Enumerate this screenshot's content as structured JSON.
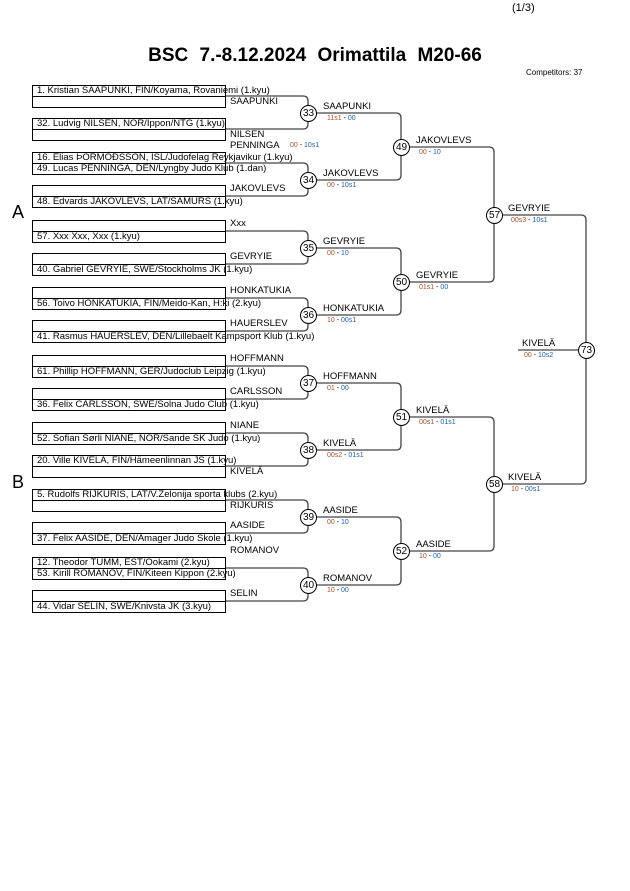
{
  "header": {
    "page": "(1/3)",
    "title": "BSC  7.-8.12.2024  Orimattila   M20-66",
    "competitors": "Competitors: 37"
  },
  "pools": [
    "A",
    "B"
  ],
  "round1": [
    {
      "num": "33",
      "slots": [
        {
          "rows": [
            "1. Kristian SAAPUNKI, FIN/Koyama, Rovaniemi (1.kyu)",
            ""
          ],
          "label": "SAAPUNKI"
        },
        {
          "rows": [
            "32. Ludvig NILSEN, NOR/Ippon/NTG (1.kyu)",
            ""
          ],
          "label": "NILSEN"
        }
      ],
      "winner": "SAAPUNKI",
      "score": [
        "11s1",
        "00"
      ]
    },
    {
      "num": "34",
      "slots": [
        {
          "rows": [
            "16. Elias ÞORMÓÐSSON, ISL/Judofelag Reykjavikur (1.kyu)",
            "49. Lucas PENNINGA, DEN/Lyngby Judo Klub (1.dan)"
          ],
          "label": "PENNINGA",
          "score": [
            "00",
            "10s1"
          ]
        },
        {
          "rows": [
            "",
            "48. Edvards JAKOVLEVS, LAT/SAMURS (1.kyu)"
          ],
          "label": "JAKOVLEVS"
        }
      ],
      "winner": "JAKOVLEVS",
      "score": [
        "00",
        "10s1"
      ]
    },
    {
      "num": "35",
      "slots": [
        {
          "rows": [
            "",
            "57. Xxx Xxx, Xxx (1.kyu)"
          ],
          "label": "Xxx"
        },
        {
          "rows": [
            "",
            "40. Gabriel GEVRYIE, SWE/Stockholms JK (1.kyu)"
          ],
          "label": "GEVRYIE"
        }
      ],
      "winner": "GEVRYIE",
      "score": [
        "00",
        "10"
      ]
    },
    {
      "num": "36",
      "slots": [
        {
          "rows": [
            "",
            "56. Toivo HONKATUKIA, FIN/Meido-Kan, H:ki (2.kyu)"
          ],
          "label": "HONKATUKIA"
        },
        {
          "rows": [
            "",
            "41. Rasmus HAUERSLEV, DEN/Lillebaelt Kampsport Klub (1.kyu)"
          ],
          "label": "HAUERSLEV"
        }
      ],
      "winner": "HONKATUKIA",
      "score": [
        "10",
        "00s1"
      ]
    },
    {
      "num": "37",
      "slots": [
        {
          "rows": [
            "",
            "61. Phillip HOFFMANN, GER/Judoclub Leipzig (1.kyu)"
          ],
          "label": "HOFFMANN"
        },
        {
          "rows": [
            "",
            "36. Felix CARLSSON, SWE/Solna Judo Club (1.kyu)"
          ],
          "label": "CARLSSON"
        }
      ],
      "winner": "HOFFMANN",
      "score": [
        "01",
        "00"
      ]
    },
    {
      "num": "38",
      "slots": [
        {
          "rows": [
            "",
            "52. Sofian Sørli NIANE, NOR/Sande SK Judo (1.kyu)"
          ],
          "label": "NIANE"
        },
        {
          "rows": [
            "20. Ville KIVELÄ, FIN/Hämeenlinnan JS (1.kyu)",
            ""
          ],
          "label": "KIVELÄ"
        }
      ],
      "winner": "KIVELÄ",
      "score": [
        "00s2",
        "01s1"
      ]
    },
    {
      "num": "39",
      "slots": [
        {
          "rows": [
            "5. Rudolfs RIJKURIS, LAT/V.Zelonija sporta klubs (2.kyu)",
            ""
          ],
          "label": "RIJKURIS"
        },
        {
          "rows": [
            "",
            "37. Felix AASIDE, DEN/Amager Judo Skole (1.kyu)"
          ],
          "label": "AASIDE"
        }
      ],
      "winner": "AASIDE",
      "score": [
        "00",
        "10"
      ]
    },
    {
      "num": "40",
      "slots": [
        {
          "rows": [
            "12. Theodor TUMM, EST/Ookami (2.kyu)",
            "53. Kirill ROMANOV, FIN/Kiteen Kippon (2.kyu)"
          ],
          "label": "ROMANOV"
        },
        {
          "rows": [
            "",
            "44. Vidar SELIN, SWE/Knivsta JK (3.kyu)"
          ],
          "label": "SELIN"
        }
      ],
      "winner": "ROMANOV",
      "score": [
        "10",
        "00"
      ]
    }
  ],
  "round2": [
    {
      "num": "49",
      "winner": "JAKOVLEVS",
      "score": [
        "00",
        "10"
      ]
    },
    {
      "num": "50",
      "winner": "GEVRYIE",
      "score": [
        "01s1",
        "00"
      ]
    },
    {
      "num": "51",
      "winner": "KIVELÄ",
      "score": [
        "00s1",
        "01s1"
      ]
    },
    {
      "num": "52",
      "winner": "AASIDE",
      "score": [
        "10",
        "00"
      ]
    }
  ],
  "round3": [
    {
      "num": "57",
      "winner": "GEVRYIE",
      "score": [
        "00s3",
        "10s1"
      ]
    },
    {
      "num": "58",
      "winner": "KIVELÄ",
      "score": [
        "10",
        "00s1"
      ]
    }
  ],
  "final": {
    "num": "73",
    "winner": "KIVELÄ",
    "score": [
      "00",
      "10s2"
    ]
  },
  "colors": {
    "score_a": "#a0522d",
    "score_b": "#1f5fa8",
    "line": "#444444"
  }
}
